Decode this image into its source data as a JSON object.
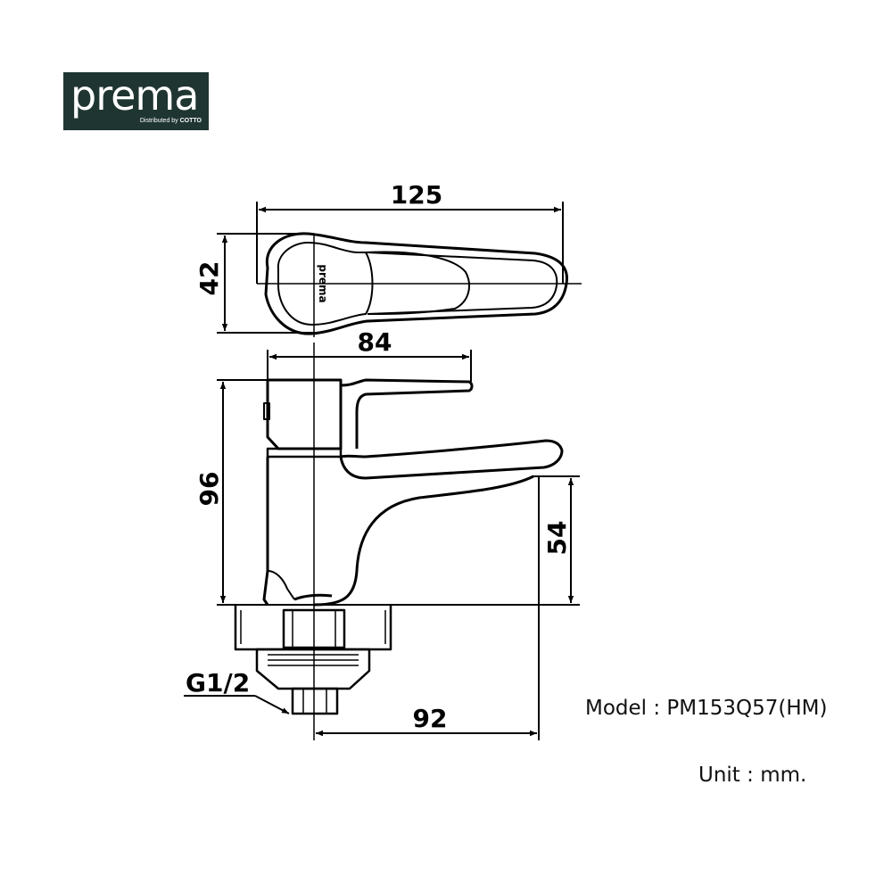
{
  "logo": {
    "brand": "prema",
    "distributed_prefix": "Distributed by",
    "distributed_brand": "COTTO"
  },
  "handle_text": "prema",
  "dimensions": {
    "width_top": "125",
    "handle_height": "42",
    "handle_reach": "84",
    "height": "96",
    "spout_height": "54",
    "spout_reach": "92",
    "thread": "G1/2"
  },
  "model_label": "Model : PM153Q57(HM)",
  "unit_label": "Unit : mm."
}
